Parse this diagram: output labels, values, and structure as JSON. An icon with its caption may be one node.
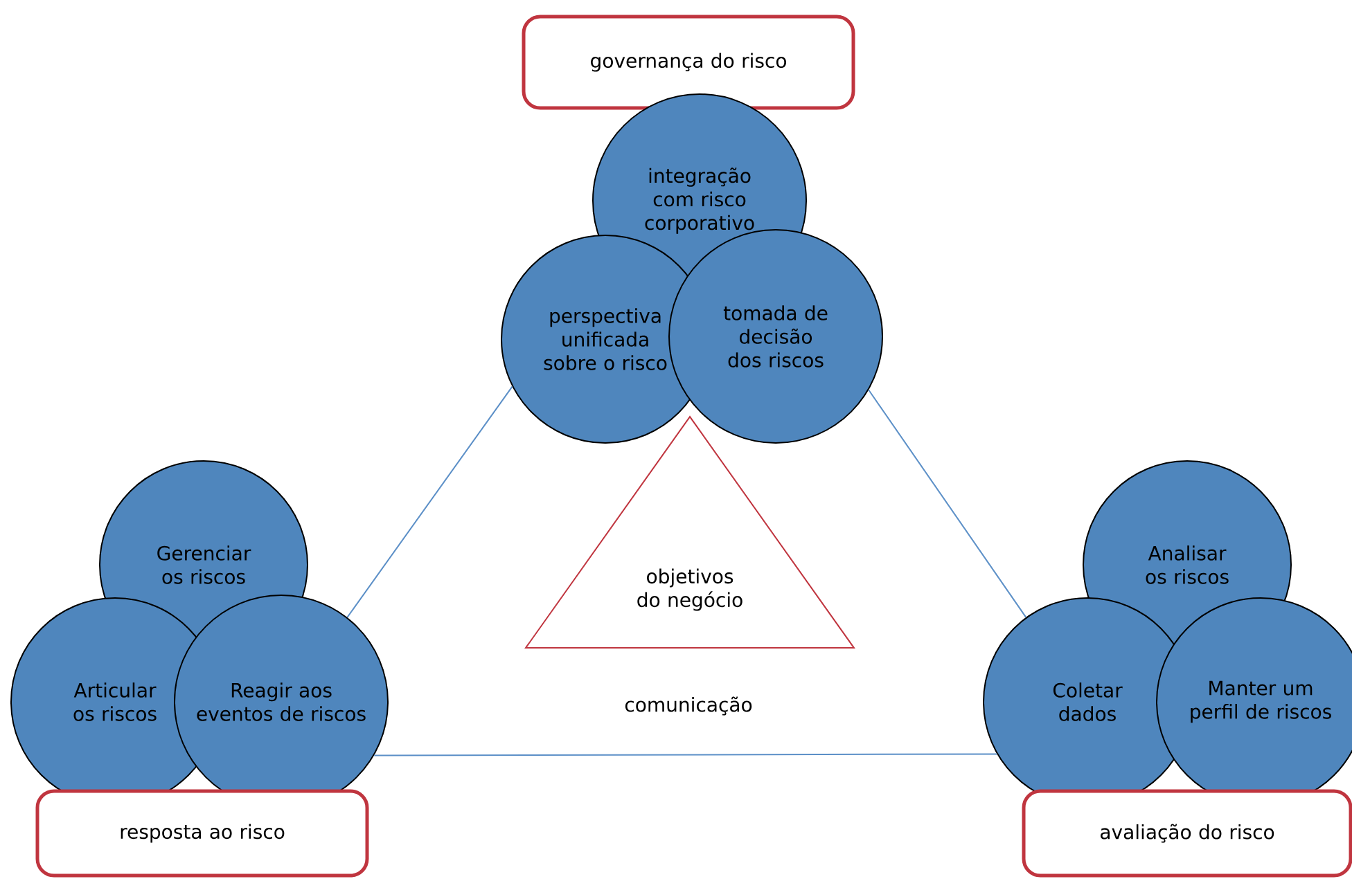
{
  "diagram": {
    "nodes": [
      {
        "text": [
          "governança do risco"
        ]
      },
      {
        "text": [
          "integração com risco corporativo"
        ]
      },
      {
        "text": [
          "perspectiva unificada sobre o risco"
        ]
      },
      {
        "text": [
          "tomada de decisão dos riscos"
        ]
      },
      {
        "text": [
          "objetivos do negócio"
        ]
      },
      {
        "text": [
          "Gerenciar os riscos"
        ]
      },
      {
        "text": [
          "Articular os riscos"
        ]
      },
      {
        "text": [
          "Reagir aos eventos de riscos"
        ]
      },
      {
        "text": [
          "Analisar os riscos"
        ]
      },
      {
        "text": [
          "Coletar dados"
        ]
      },
      {
        "text": [
          "Manter um perfil de riscos"
        ]
      },
      {
        "text": [
          "resposta ao risco"
        ]
      },
      {
        "text": [
          "avaliação do risco"
        ]
      }
    ],
    "edges": [
      {
        "from": 2,
        "to": 7,
        "arrow": "none"
      },
      {
        "from": 3,
        "to": 9,
        "arrow": "none"
      },
      {
        "from": 7,
        "to": 9,
        "arrow": "none"
      }
    ],
    "labels": [
      "comunicação"
    ]
  }
}
